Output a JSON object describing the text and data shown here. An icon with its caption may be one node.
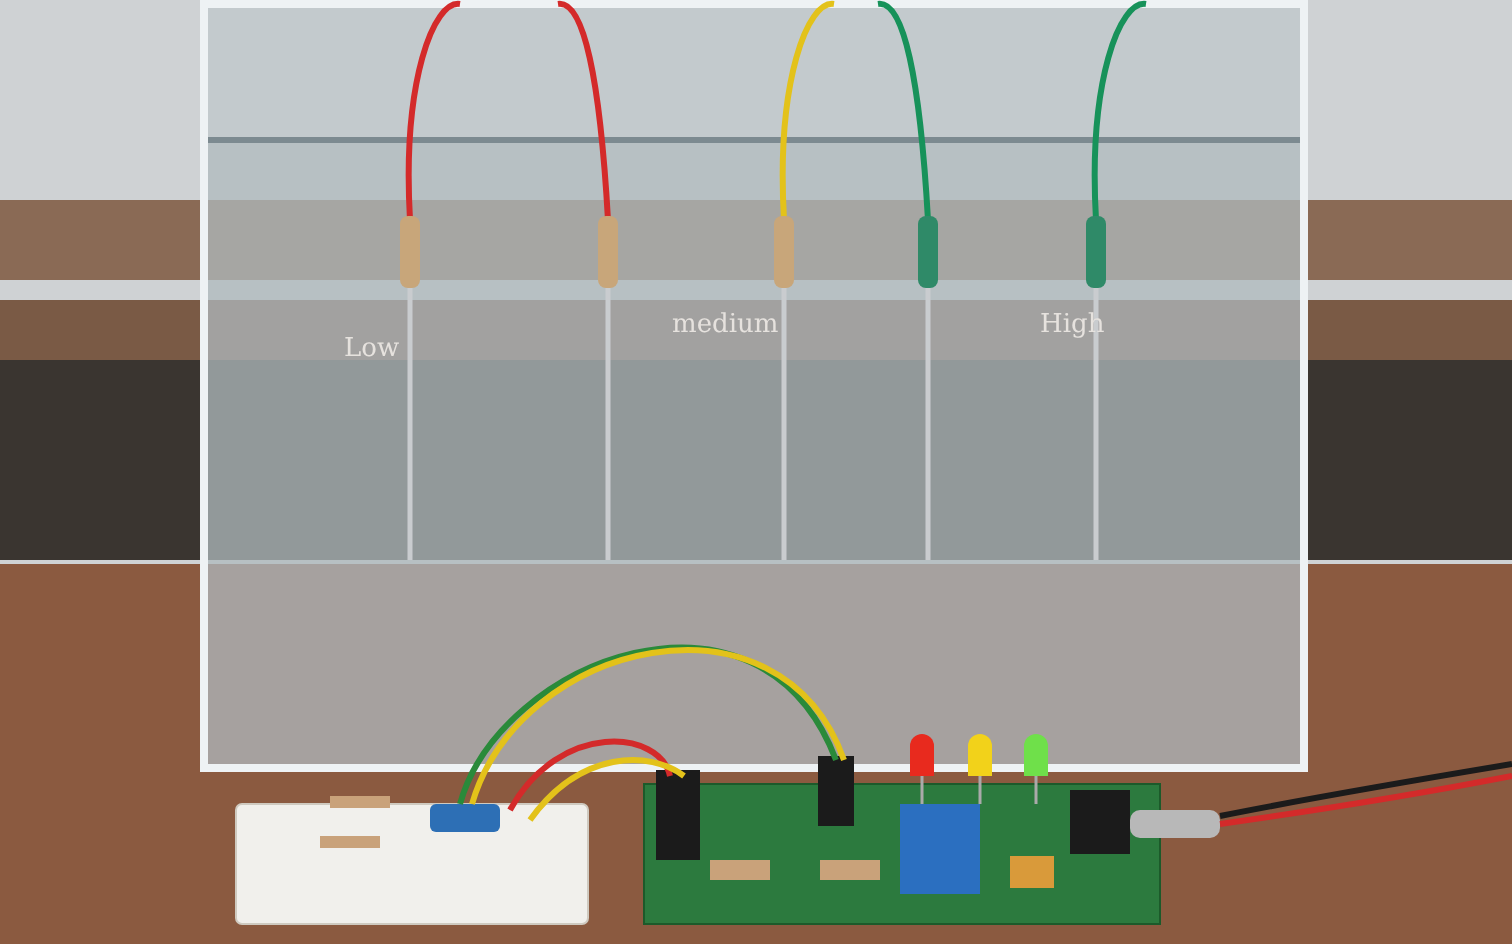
{
  "diagram": {
    "labels": [
      "Low",
      "medium",
      "High"
    ]
  }
}
